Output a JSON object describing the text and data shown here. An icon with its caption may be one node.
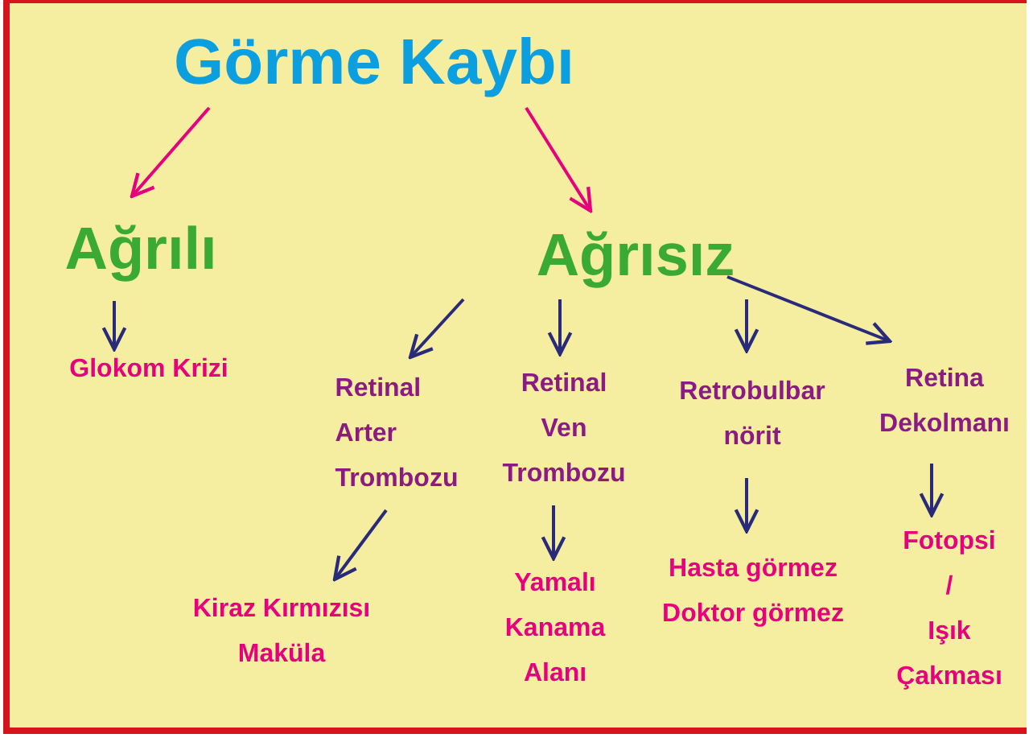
{
  "diagram": {
    "nodes": [
      {
        "text": [
          "Görme Kaybı"
        ]
      },
      {
        "text": [
          "Ağrılı"
        ]
      },
      {
        "text": [
          "Ağrısız"
        ]
      },
      {
        "text": [
          "Glokom Krizi"
        ]
      },
      {
        "text": [
          "Retinal Arter Trombozu"
        ]
      },
      {
        "text": [
          "Retinal Ven Trombozu"
        ]
      },
      {
        "text": [
          "Retrobulbar nörit"
        ]
      },
      {
        "text": [
          "Retina Dekolmanı"
        ]
      },
      {
        "text": [
          "Kiraz Kırmızısı Maküla"
        ]
      },
      {
        "text": [
          "Yamalı Kanama Alanı"
        ]
      },
      {
        "text": [
          "Hasta görmez Doktor görmez"
        ]
      },
      {
        "text": [
          "Fotopsi / Işık Çakması"
        ]
      }
    ],
    "edges": [
      {
        "from": 0,
        "to": 1,
        "arrow": "to",
        "color": "#e6007e"
      },
      {
        "from": 0,
        "to": 2,
        "arrow": "to",
        "color": "#e6007e"
      },
      {
        "from": 1,
        "to": 3,
        "arrow": "to"
      },
      {
        "from": 2,
        "to": 4,
        "arrow": "to"
      },
      {
        "from": 2,
        "to": 5,
        "arrow": "to"
      },
      {
        "from": 2,
        "to": 6,
        "arrow": "to"
      },
      {
        "from": 2,
        "to": 7,
        "arrow": "to"
      },
      {
        "from": 4,
        "to": 8,
        "arrow": "to"
      },
      {
        "from": 5,
        "to": 9,
        "arrow": "to"
      },
      {
        "from": 6,
        "to": 10,
        "arrow": "to"
      },
      {
        "from": 7,
        "to": 11,
        "arrow": "to"
      }
    ]
  }
}
